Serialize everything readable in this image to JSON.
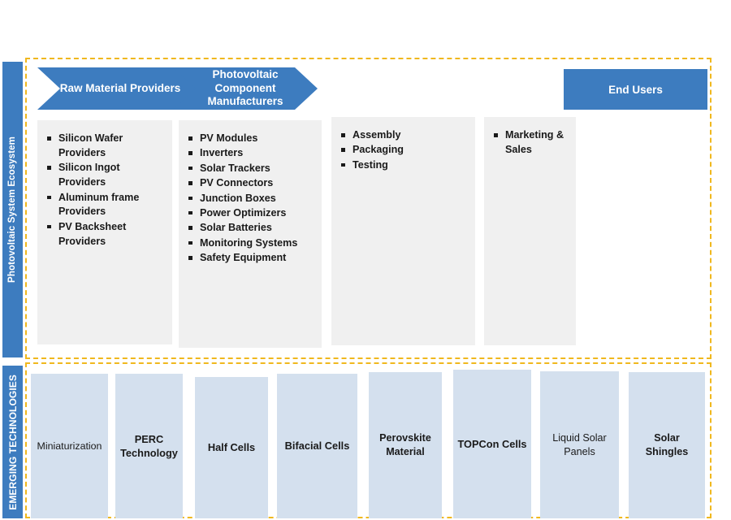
{
  "theme": {
    "primary_blue": "#3d7cbf",
    "light_blue": "#d4e0ee",
    "panel_gray": "#f0f0f0",
    "dash_gold": "#f0b81e",
    "text_dark": "#1a1a1a",
    "text_light": "#ffffff"
  },
  "sections": {
    "ecosystem": {
      "side_label": "Photovoltaic System Ecosystem"
    },
    "emerging": {
      "side_label": "EMERGING TECHNOLOGIES"
    }
  },
  "flow": {
    "stages": [
      {
        "label": "Raw Material Providers",
        "shape": "chevron"
      },
      {
        "label": "Photovoltaic Component Manufacturers",
        "shape": "chevron"
      },
      {
        "label": "End Users",
        "shape": "rectangle"
      }
    ]
  },
  "panels": [
    {
      "name": "raw-material-providers",
      "items": [
        "Silicon Wafer Providers",
        "Silicon Ingot Providers",
        "Aluminum frame Providers",
        "PV Backsheet Providers"
      ]
    },
    {
      "name": "photovoltaic-component-manufacturers",
      "items": [
        "PV Modules",
        "Inverters",
        "Solar Trackers",
        "PV Connectors",
        "Junction Boxes",
        "Power Optimizers",
        "Solar Batteries",
        "Monitoring Systems",
        "Safety Equipment"
      ]
    },
    {
      "name": "assembly-packaging-testing",
      "items": [
        "Assembly",
        "Packaging",
        "Testing"
      ]
    },
    {
      "name": "marketing-and-sales",
      "items": [
        "Marketing & Sales"
      ]
    }
  ],
  "emerging_technologies": [
    "Miniaturization",
    "PERC Technology",
    "Half Cells",
    "Bifacial Cells",
    "Perovskite Material",
    "TOPCon Cells",
    "Liquid Solar Panels",
    "Solar Shingles"
  ]
}
